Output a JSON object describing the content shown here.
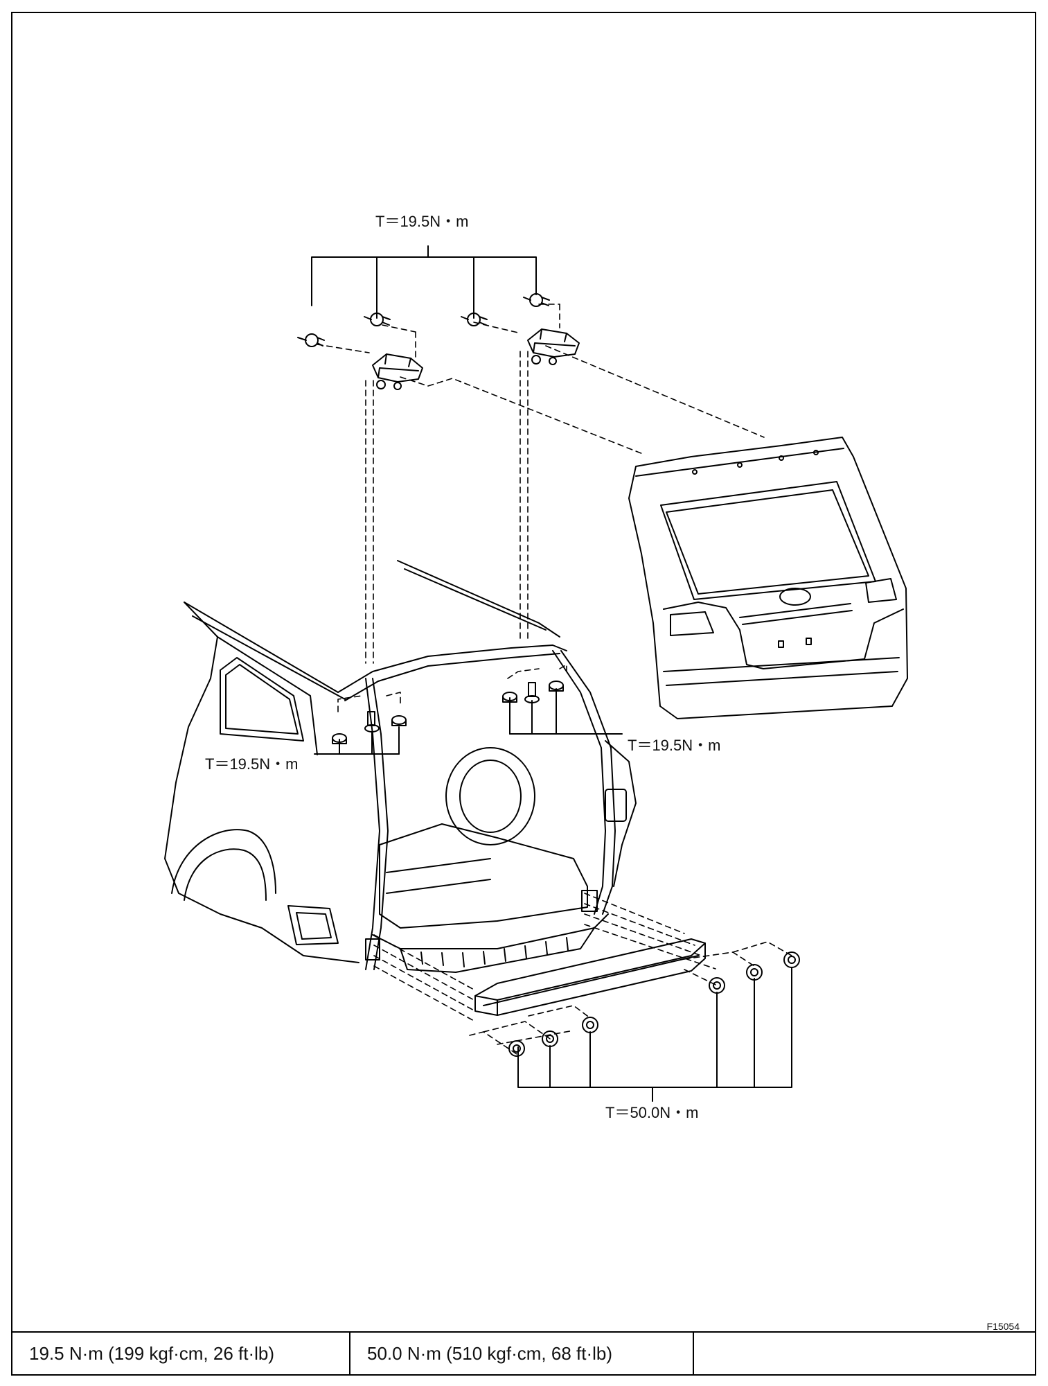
{
  "callouts": {
    "hinge_bolts": "T＝19.5N・m",
    "left_studs": "T＝19.5N・m",
    "right_studs": "T＝19.5N・m",
    "reinforcement_nuts": "T＝50.0N・m"
  },
  "figure_id": "F15054",
  "torque_table": [
    "19.5 N·m (199 kgf·cm, 26 ft·lb)",
    "50.0 N·m (510 kgf·cm, 68 ft·lb)",
    ""
  ]
}
